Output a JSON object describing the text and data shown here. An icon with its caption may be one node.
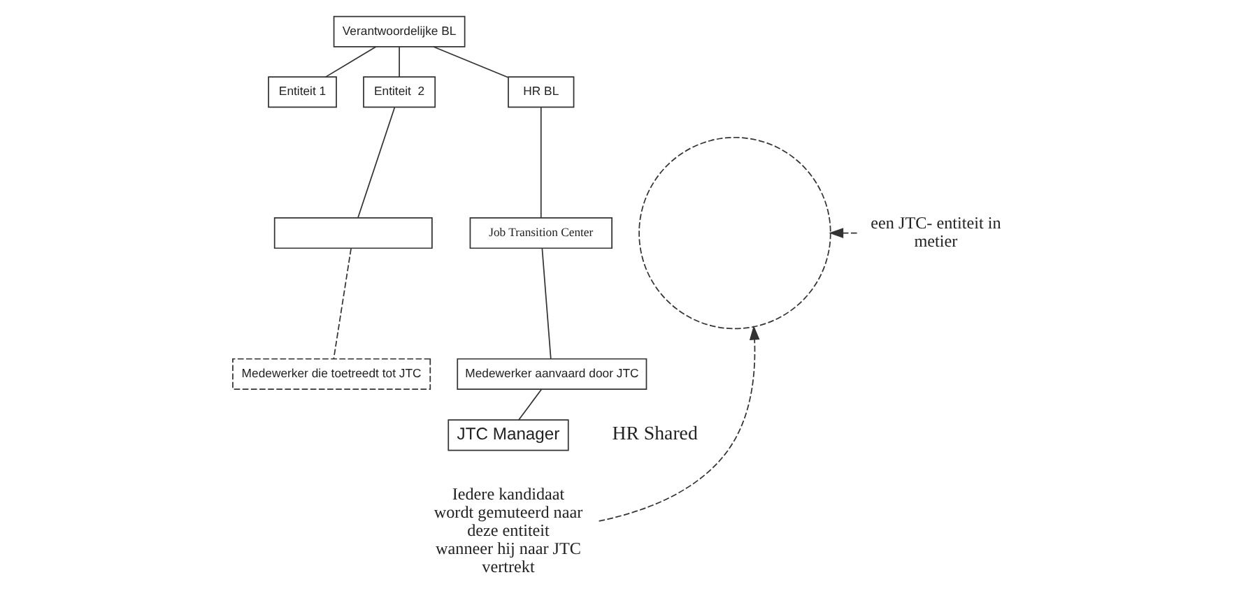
{
  "diagram": {
    "nodes": [
      {
        "text": [
          "Verantwoordelijke BL"
        ]
      },
      {
        "text": [
          "Entiteit 1"
        ]
      },
      {
        "text": [
          "Entiteit  2"
        ]
      },
      {
        "text": [
          "HR BL"
        ]
      },
      {
        "text": [],
        "shape": "box"
      },
      {
        "text": [
          "Job Transition Center"
        ]
      },
      {
        "text": [
          "Medewerker die toetreedt tot JTC"
        ]
      },
      {
        "text": [
          "Medewerker aanvaard door JTC"
        ]
      },
      {
        "text": [
          "JTC Manager"
        ]
      },
      {
        "text": [],
        "shape": "circle"
      },
      {
        "text": [
          "een JTC- entiteit in metier"
        ]
      },
      {
        "text": [
          "Iedere kandidaat wordt gemuteerd naar deze entiteit wanneer hij naar JTC vertrekt"
        ]
      }
    ],
    "edges": [
      {
        "from": 0,
        "to": 1,
        "arrow": "none"
      },
      {
        "from": 0,
        "to": 2,
        "arrow": "none"
      },
      {
        "from": 0,
        "to": 3,
        "arrow": "none"
      },
      {
        "from": 2,
        "to": 4,
        "arrow": "none"
      },
      {
        "from": 3,
        "to": 5,
        "arrow": "none"
      },
      {
        "from": 4,
        "to": 6,
        "arrow": "none",
        "style": "dashed"
      },
      {
        "from": 5,
        "to": 7,
        "arrow": "none"
      },
      {
        "from": 7,
        "to": 8,
        "arrow": "none"
      },
      {
        "from": 10,
        "to": 9,
        "arrow": "to",
        "style": "dashed"
      },
      {
        "from": 11,
        "to": 9,
        "arrow": "to",
        "style": "dashed"
      }
    ],
    "labels": [
      "HR Shared"
    ]
  }
}
